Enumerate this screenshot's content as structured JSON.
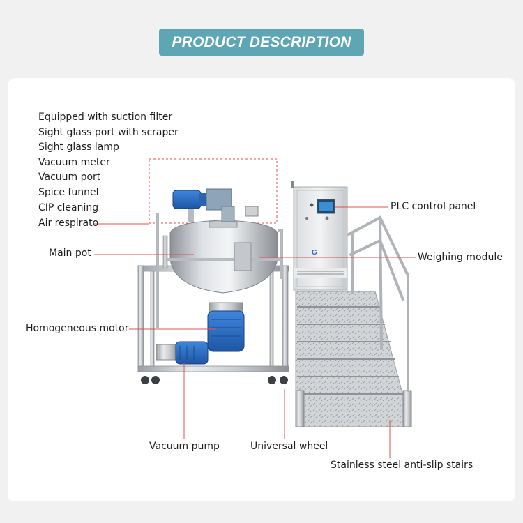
{
  "banner": {
    "title": "PRODUCT DESCRIPTION"
  },
  "features": [
    "Equipped with suction filter",
    "Sight glass port with scraper",
    "Sight glass lamp",
    "Vacuum meter",
    "Vacuum port",
    "Spice funnel",
    "CIP cleaning",
    "Air respirato"
  ],
  "callouts": {
    "main_pot": "Main pot",
    "homogeneous_motor": "Homogeneous motor",
    "plc_control_panel": "PLC control panel",
    "weighing_module": "Weighing module",
    "vacuum_pump": "Vacuum pump",
    "universal_wheel": "Universal wheel",
    "stairs": "Stainless steel anti-slip stairs"
  },
  "colors": {
    "banner": "#5fa6b5",
    "leader_line": "#e05050",
    "motor_blue": "#2d6fc4"
  }
}
